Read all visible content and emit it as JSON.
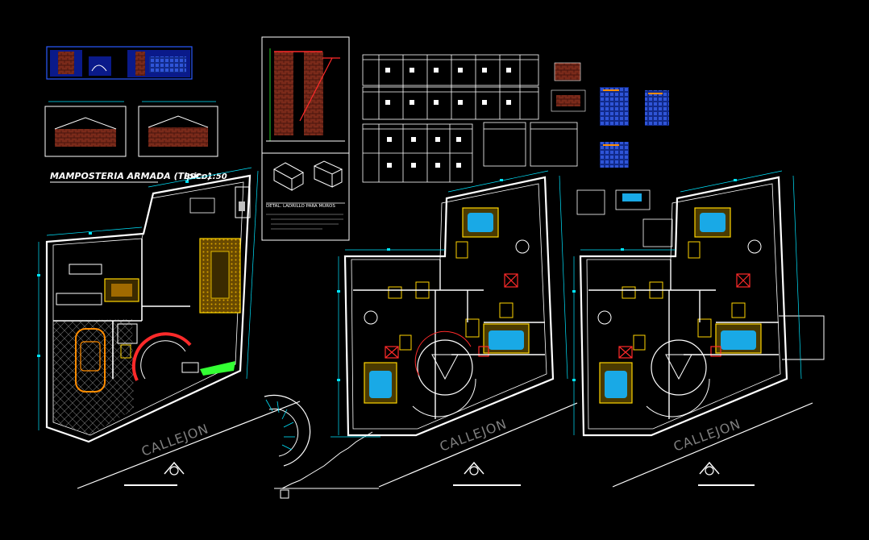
{
  "drawing": {
    "title_main": "MAMPOSTERIA ARMADA (Tipico)",
    "scale_label": "ESC: 1:50",
    "street_labels": [
      "CALLEJON",
      "CALLEJON",
      "CALLEJON"
    ],
    "brick_detail_label": "DETAL. LADRILLO PARA MUROS",
    "colors": {
      "background": "#000000",
      "walls": "#ffffff",
      "dimension_cyan": "#00e5ff",
      "text_cyan": "#00bcd4",
      "accent_yellow": "#ffd400",
      "accent_red": "#ff2a2a",
      "accent_green": "#33ff33",
      "accent_orange": "#ff8c00",
      "accent_magenta": "#ff00ff",
      "pool_blue": "#19a9e6",
      "dark_blue_panel": "#0a1a8a",
      "furniture_brown": "#a06a00",
      "street_grey": "#7f7f7f"
    },
    "icons": [
      "north-arrow-icon",
      "car-icon",
      "pool-icon",
      "spiral-stair-icon"
    ]
  }
}
